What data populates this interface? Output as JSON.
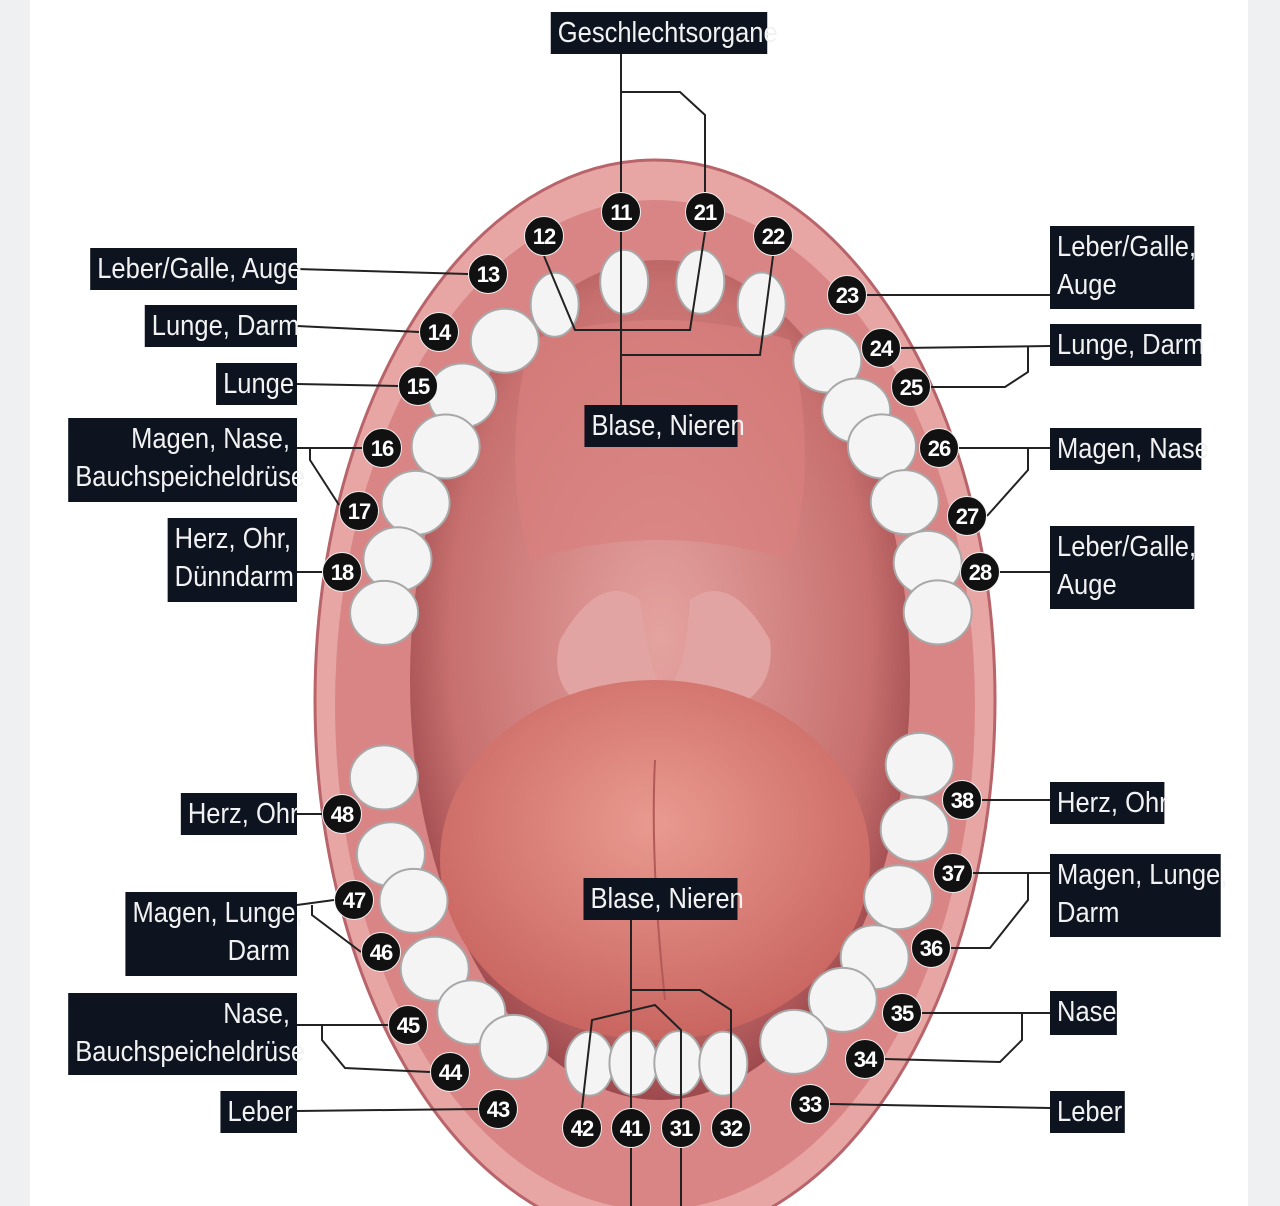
{
  "top_label": "Geschlechtsorgane",
  "upper_center_label": "Blase, Nieren",
  "lower_center_label": "Blase, Nieren",
  "left_labels": {
    "t13": "Leber/Galle, Auge",
    "t14": "Lunge, Darm",
    "t15": "Lunge",
    "t16_17": [
      "Magen, Nase,",
      "Bauchspeicheldrüse"
    ],
    "t18": [
      "Herz, Ohr,",
      "Dünndarm"
    ],
    "t48": "Herz, Ohr",
    "t47_46": [
      "Magen, Lunge,",
      "Darm"
    ],
    "t45_44": [
      "Nase,",
      "Bauchspeicheldrüse"
    ],
    "t43": "Leber"
  },
  "right_labels": {
    "t23": [
      "Leber/Galle,",
      "Auge"
    ],
    "t24_25": "Lunge, Darm",
    "t26_27": "Magen, Nase",
    "t28": [
      "Leber/Galle,",
      "Auge"
    ],
    "t38": "Herz, Ohr",
    "t37_36": [
      "Magen, Lunge,",
      "Darm"
    ],
    "t35_34": "Nase",
    "t33": "Leber"
  },
  "teeth": [
    "11",
    "21",
    "12",
    "22",
    "13",
    "23",
    "14",
    "24",
    "15",
    "25",
    "16",
    "26",
    "17",
    "27",
    "18",
    "28",
    "48",
    "38",
    "47",
    "37",
    "46",
    "36",
    "45",
    "35",
    "44",
    "34",
    "43",
    "33",
    "42",
    "41",
    "31",
    "32"
  ]
}
